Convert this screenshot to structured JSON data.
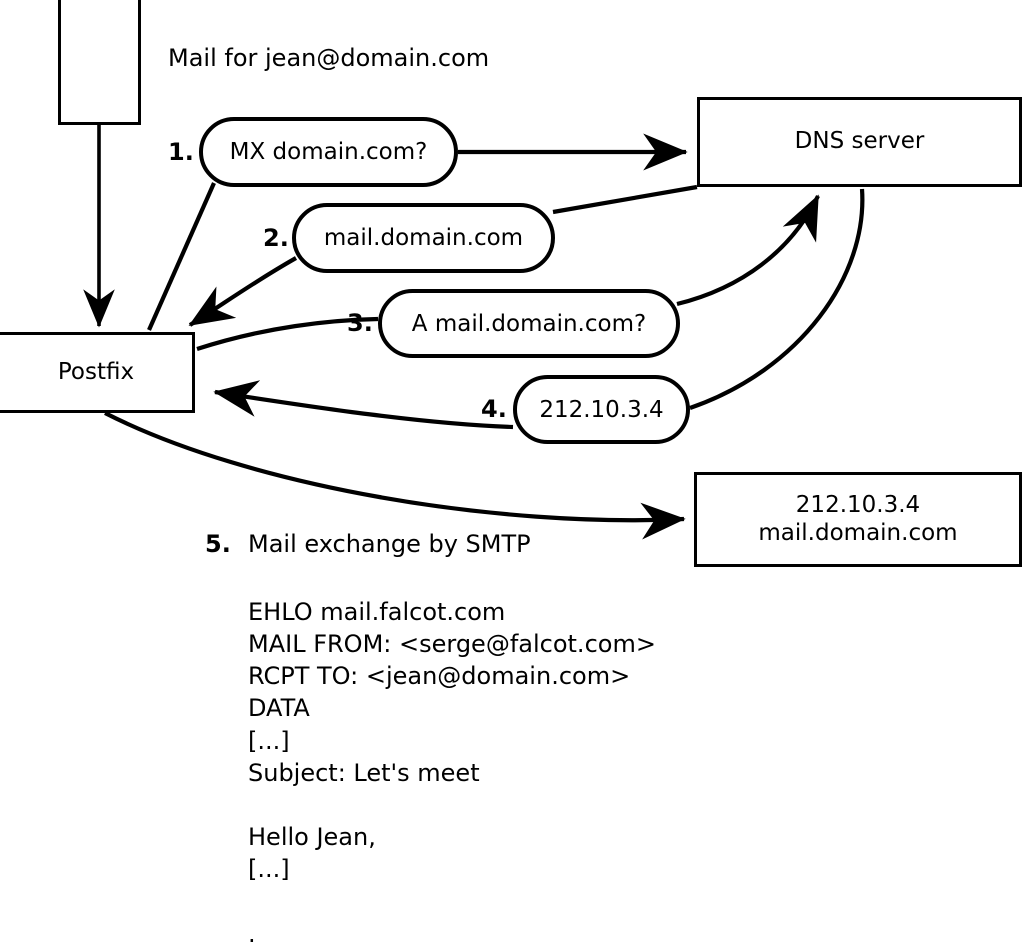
{
  "diagram": {
    "title_caption": "Mail for jean@domain.com",
    "nodes": {
      "source": "",
      "postfix": "Postfix",
      "dns": "DNS server",
      "target_line1": "212.10.3.4",
      "target_line2": "mail.domain.com"
    },
    "steps": [
      {
        "number": "1.",
        "label": "MX domain.com?"
      },
      {
        "number": "2.",
        "label": "mail.domain.com"
      },
      {
        "number": "3.",
        "label": "A mail.domain.com?"
      },
      {
        "number": "4.",
        "label": "212.10.3.4"
      },
      {
        "number": "5.",
        "label": "Mail exchange by SMTP"
      }
    ],
    "smtp_session": "EHLO mail.falcot.com\nMAIL FROM: <serge@falcot.com>\nRCPT TO: <jean@domain.com>\nDATA\n[...]\nSubject: Let's meet\n\nHello Jean,\n[...]\n\n."
  },
  "colors": {
    "stroke": "#000000",
    "fill": "#ffffff",
    "text": "#000000"
  }
}
